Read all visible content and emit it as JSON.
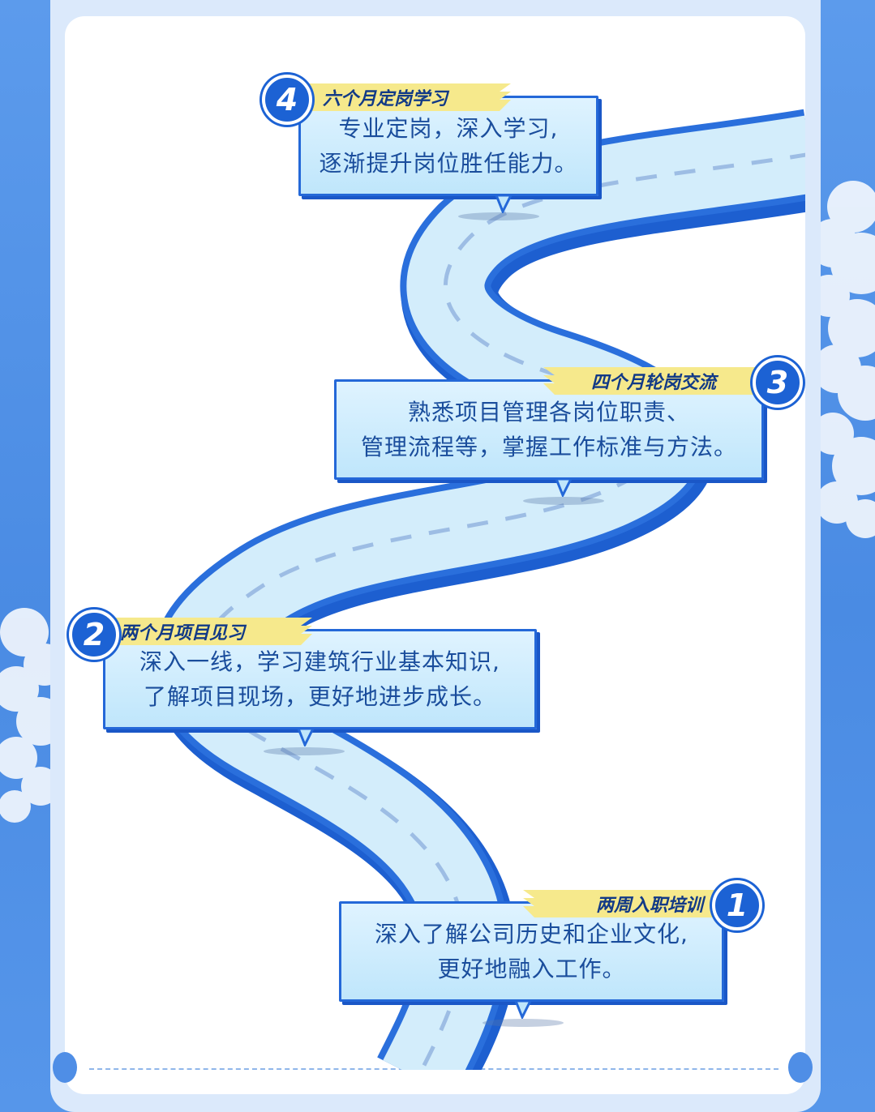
{
  "steps": [
    {
      "number": "1",
      "title": "两周入职培训",
      "lines": [
        "深入了解公司历史和企业文化,",
        "更好地融入工作。"
      ]
    },
    {
      "number": "2",
      "title": "两个月项目见习",
      "lines": [
        "深入一线，学习建筑行业基本知识,",
        "了解项目现场，更好地进步成长。"
      ]
    },
    {
      "number": "3",
      "title": "四个月轮岗交流",
      "lines": [
        "熟悉项目管理各岗位职责、",
        "管理流程等，掌握工作标准与方法。"
      ]
    },
    {
      "number": "4",
      "title": "六个月定岗学习",
      "lines": [
        "专业定岗，深入学习,",
        "逐渐提升岗位胜任能力。"
      ]
    }
  ],
  "colors": {
    "primary": "#1c62d4",
    "road": "#c9e6f8",
    "road_edge": "#2468d8",
    "tag_yellow": "#f7e98a",
    "background": "#4f8ee6"
  }
}
